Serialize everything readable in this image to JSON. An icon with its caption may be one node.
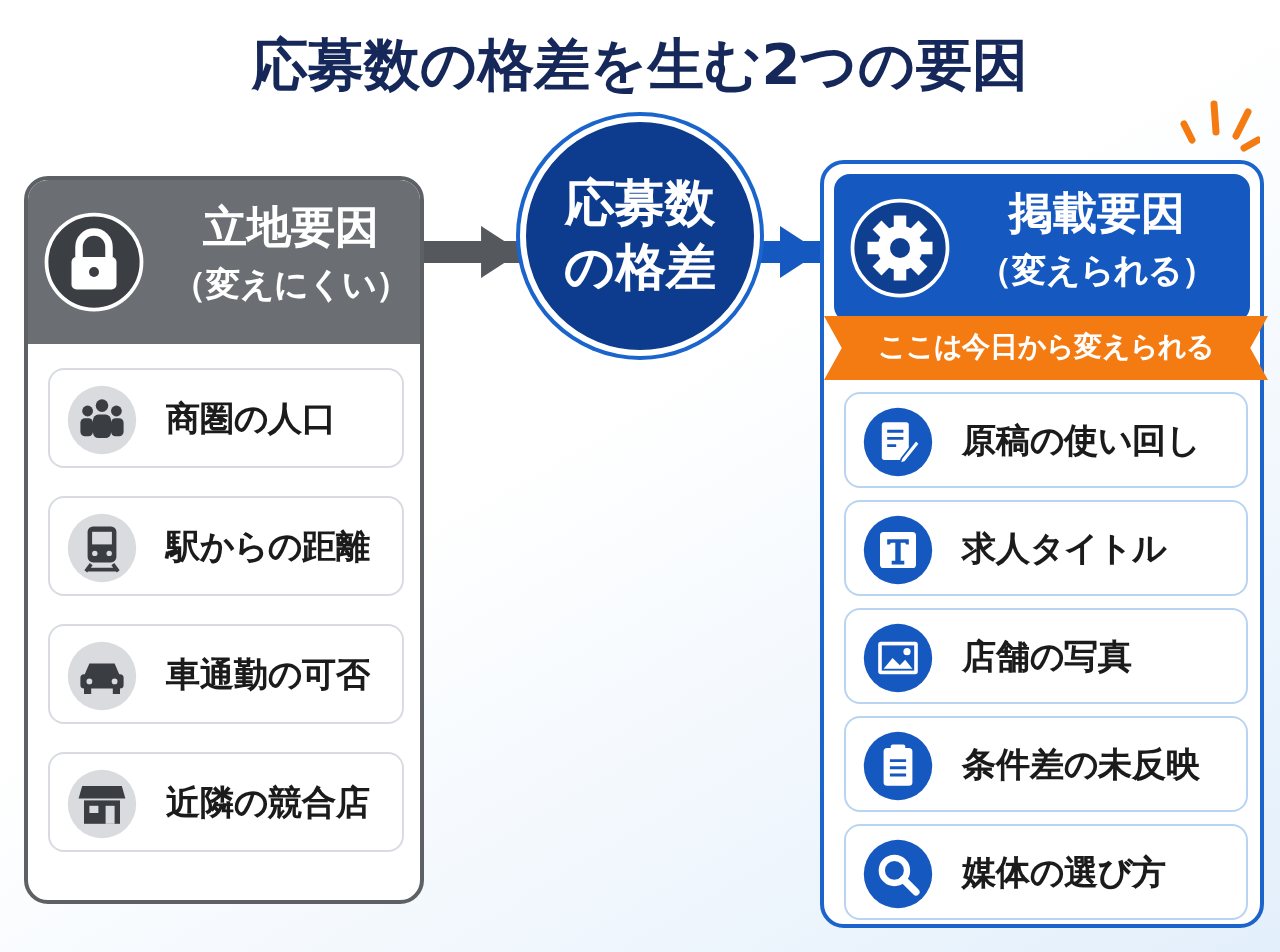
{
  "diagram": {
    "title": "応募数の格差を生む2つの要因",
    "nodes": [
      {
        "text": [
          "立地要因",
          "（変えにくい）"
        ]
      },
      {
        "text": [
          "商圏の人口"
        ],
        "in": 0
      },
      {
        "text": [
          "駅からの距離"
        ],
        "in": 0
      },
      {
        "text": [
          "車通勤の可否"
        ],
        "in": 0
      },
      {
        "text": [
          "近隣の競合店"
        ],
        "in": 0
      },
      {
        "text": [
          "応募数の格差"
        ]
      },
      {
        "text": [
          "掲載要因",
          "（変えられる）"
        ]
      },
      {
        "text": [
          "ここは今日から変えられる"
        ],
        "in": 6
      },
      {
        "text": [
          "原稿の使い回し"
        ],
        "in": 6
      },
      {
        "text": [
          "求人タイトル"
        ],
        "in": 6
      },
      {
        "text": [
          "店舗の写真"
        ],
        "in": 6
      },
      {
        "text": [
          "条件差の未反映"
        ],
        "in": 6
      },
      {
        "text": [
          "媒体の選び方"
        ],
        "in": 6
      }
    ],
    "edges": [
      {
        "from": 0,
        "to": 5,
        "arrow": "to",
        "color": "#55595e"
      },
      {
        "from": 5,
        "to": 6,
        "arrow": "to",
        "color": "#1558c0"
      }
    ]
  }
}
